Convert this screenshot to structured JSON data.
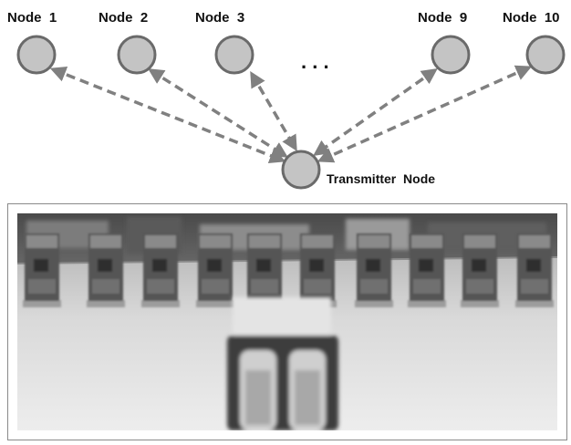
{
  "diagram": {
    "nodes": [
      {
        "label": "Node  1"
      },
      {
        "label": "Node  2"
      },
      {
        "label": "Node  3"
      },
      {
        "label": "Node  9"
      },
      {
        "label": "Node  10"
      }
    ],
    "ellipsis": ". . .",
    "transmitter": {
      "label": "Transmitter  Node"
    }
  },
  "colors": {
    "node_fill": "#c4c4c4",
    "node_stroke": "#6a6a6a",
    "arrow": "#808080",
    "text": "#111111"
  },
  "photo": {
    "icon": "sensor-nodes-photo",
    "description_visible": false,
    "board_count": 10
  }
}
